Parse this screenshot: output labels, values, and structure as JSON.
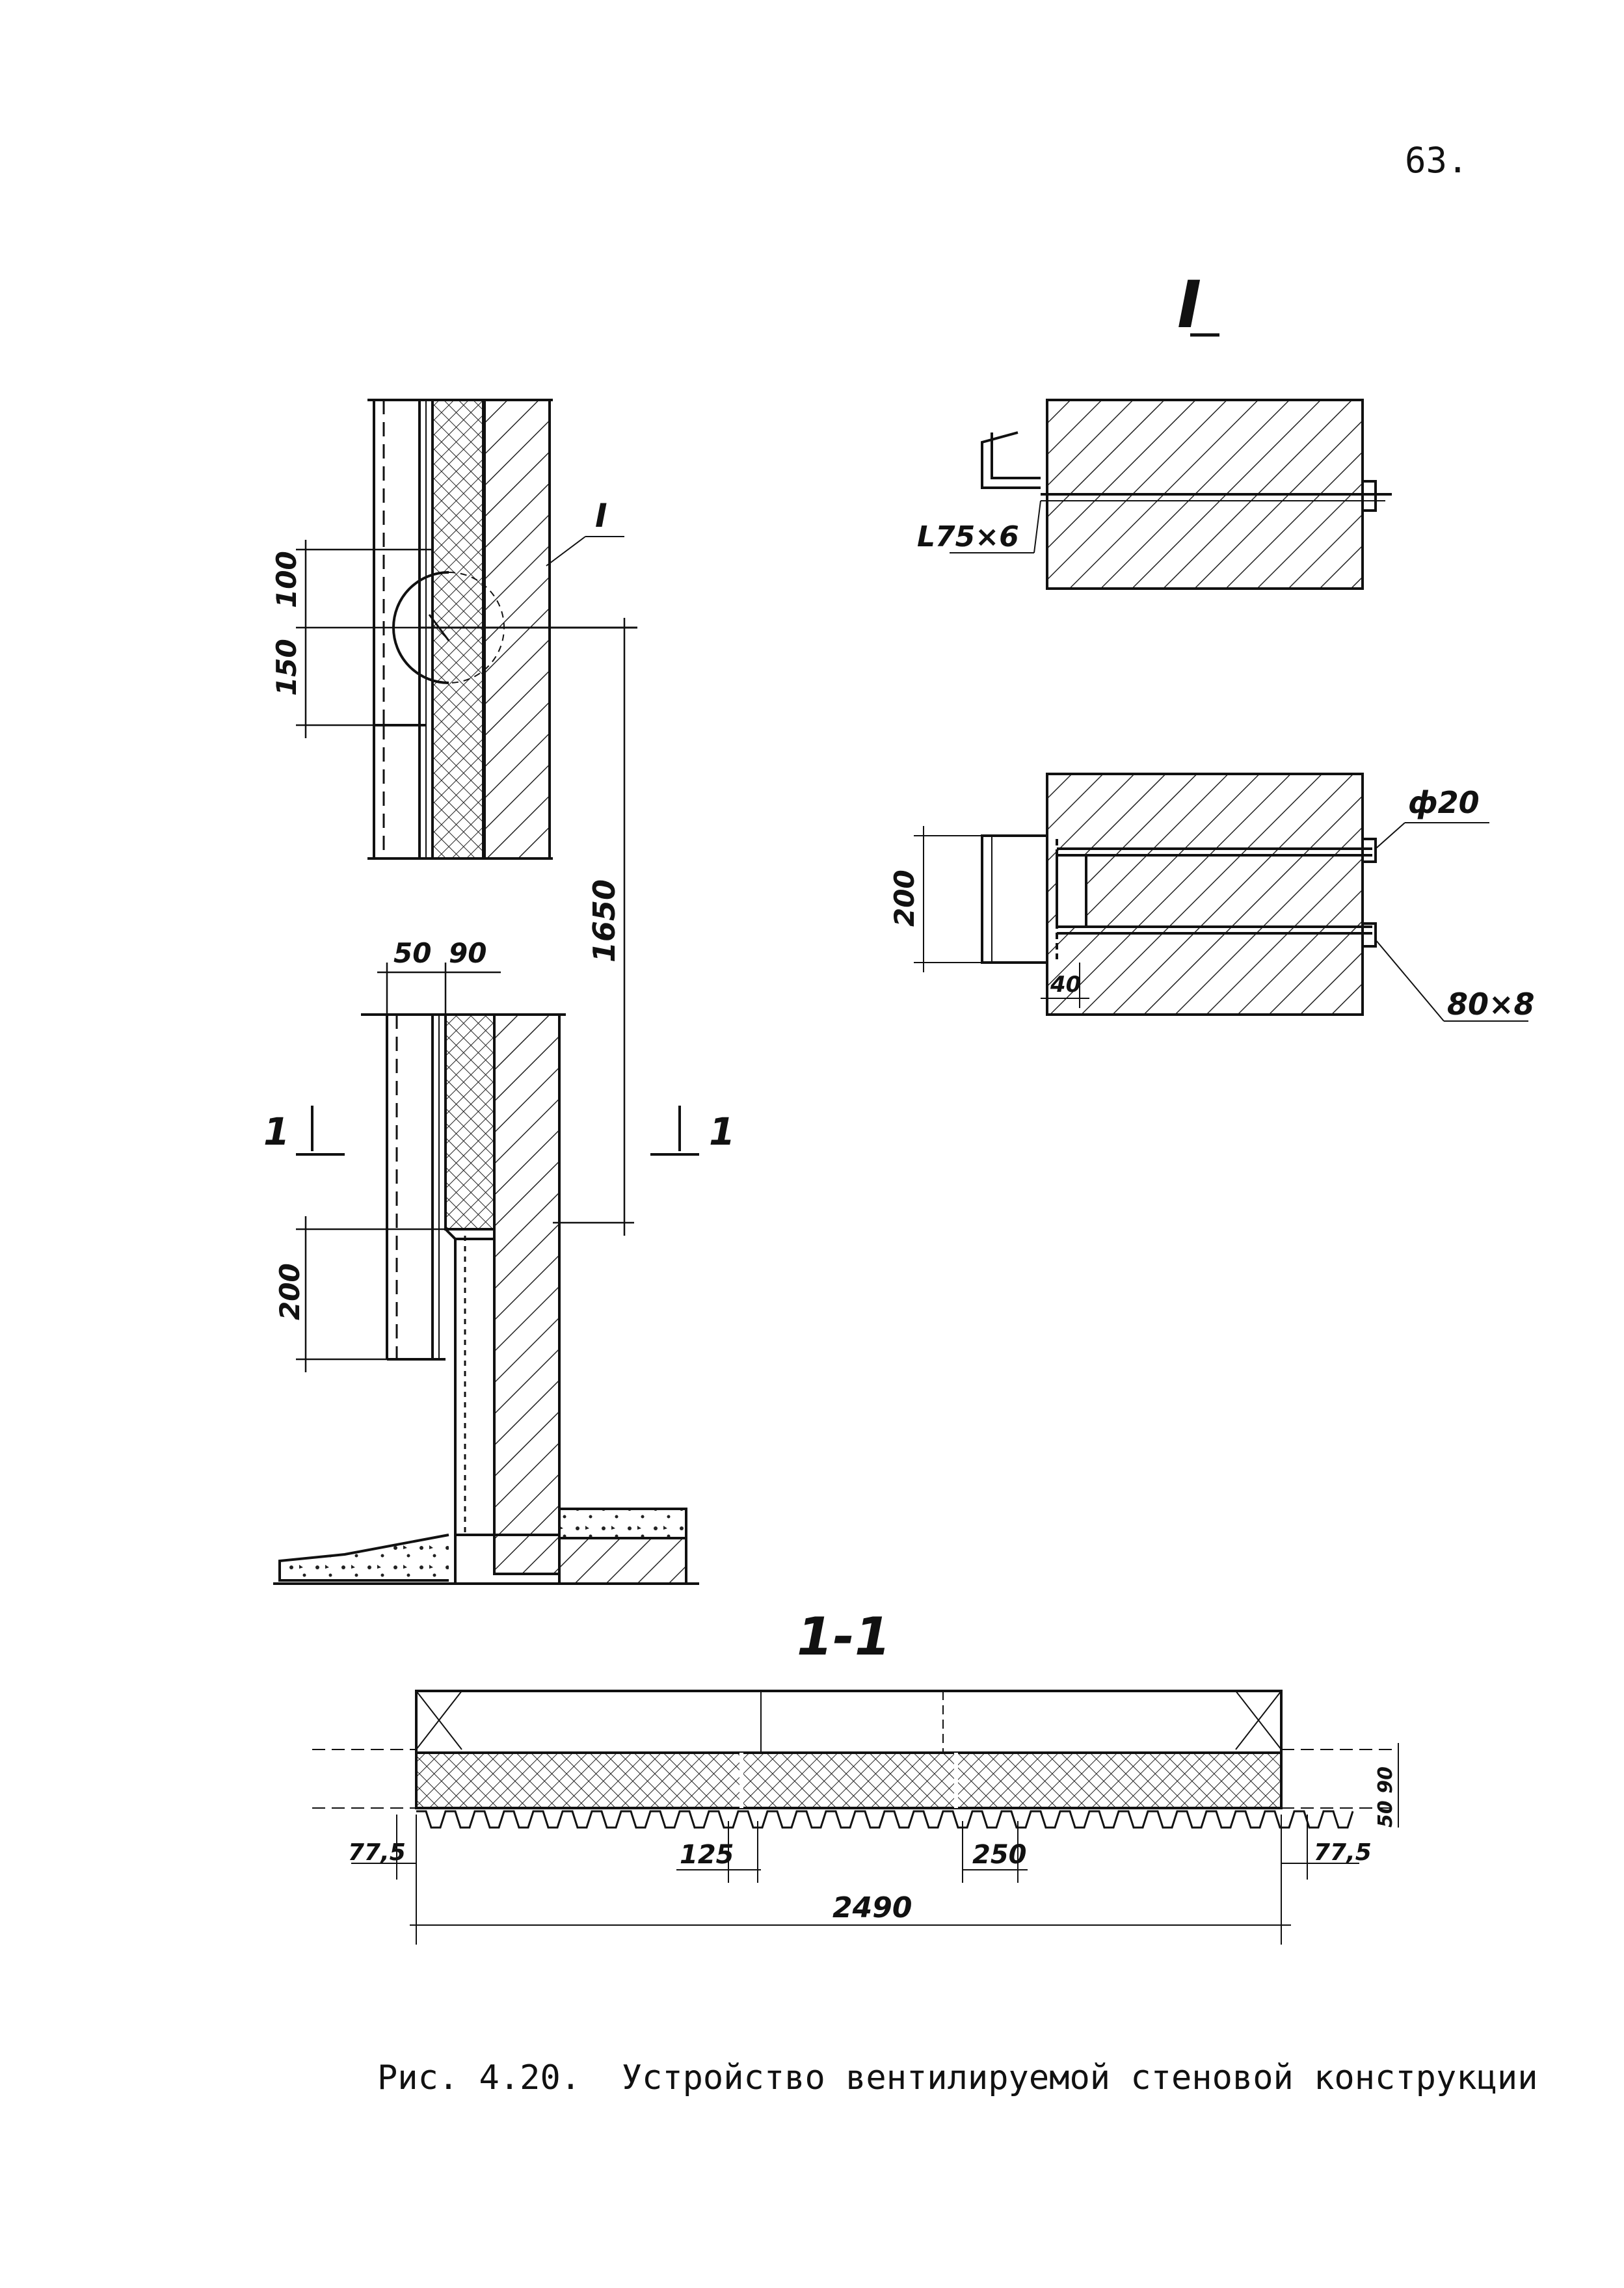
{
  "page_number": "63.",
  "caption": {
    "prefix": "Рис. 4.20.",
    "text": "Устройство вентилируемой стеновой конструкции"
  },
  "detail_marker": "I",
  "section_title": "1-1",
  "section_mark": "1",
  "dimensions": {
    "d100": "100",
    "d150": "150",
    "d1650": "1650",
    "d50": "50",
    "d90": "90",
    "d200_left": "200",
    "d200_right": "200",
    "d40": "40",
    "d77_5_left": "77,5",
    "d125": "125",
    "d250": "250",
    "d77_5_right": "77,5",
    "d2490": "2490",
    "d50_90": "50 90"
  },
  "callouts": {
    "angle": "L75×6",
    "bolt": "ф20",
    "plate": "80×8"
  }
}
